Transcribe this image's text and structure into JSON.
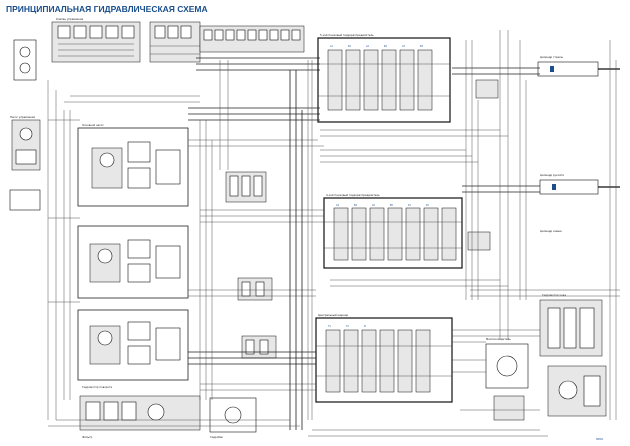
{
  "title": "ПРИНЦИПИАЛЬНАЯ ГИДРАВЛИЧЕСКАЯ СХЕМА",
  "labels": {
    "travel_motor": "Гидромотор хода",
    "swing_motor": "Гидромотор поворота",
    "pilot_pump": "Насос управления",
    "main_pump": "Основной насос",
    "control_valve_4": "4-золотниковый гидрораспределитель",
    "control_valve_5": "5-золотниковый гидрораспределитель",
    "boom_cyl": "Цилиндр стрелы",
    "arm_cyl": "Цилиндр рукояти",
    "bucket_cyl": "Цилиндр ковша",
    "hydraulic_tank": "Гидробак",
    "oil_cooler": "Маслоохладитель",
    "pilot_valve": "Клапан управления",
    "center_joint": "Центральный шарнир",
    "filter": "Фильтр"
  },
  "ports": [
    "A1",
    "B1",
    "A2",
    "B2",
    "A3",
    "B3",
    "A4",
    "B4",
    "A5",
    "B5",
    "P1",
    "P2",
    "T1",
    "T2",
    "Pi"
  ],
  "corner_code": "SM001"
}
